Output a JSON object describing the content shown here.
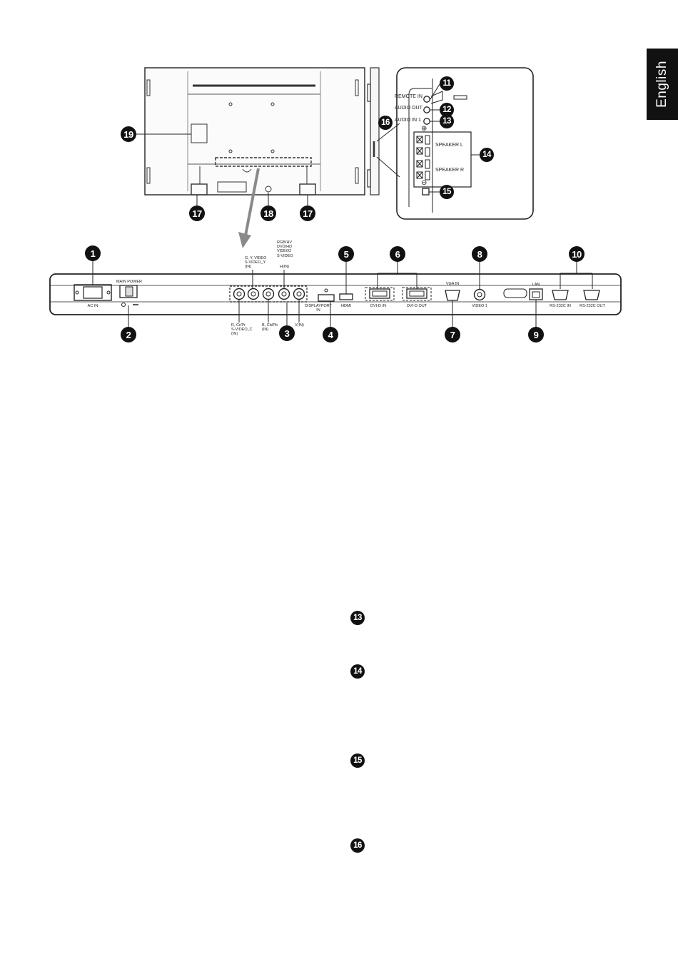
{
  "language_tab": "English",
  "callouts": {
    "c1": "1",
    "c2": "2",
    "c3": "3",
    "c4": "4",
    "c5": "5",
    "c6": "6",
    "c7": "7",
    "c8": "8",
    "c9": "9",
    "c10": "10",
    "c11": "11",
    "c12": "12",
    "c13": "13",
    "c14": "14",
    "c15": "15",
    "c16": "16",
    "c17a": "17",
    "c17b": "17",
    "c18": "18",
    "c19": "19"
  },
  "detail_labels": {
    "remote_in": "REMOTE IN",
    "audio_out": "AUDIO OUT",
    "audio_in1": "AUDIO IN 1",
    "speaker_l": "SPEAKER L",
    "speaker_r": "SPEAKER R",
    "plus": "⊕",
    "minus": "⊖"
  },
  "panel_labels": {
    "ac_in": "AC IN",
    "main_power": "MAIN POWER",
    "rgb_group": "RGB/HV\nDVD/HD\nVIDEO2\nS-VIDEO",
    "g_y_video": "G, Y, VIDEO\nS-VIDEO_Y\n(IN)",
    "h_in": "H(IN)",
    "r_cr_pr": "R, Cr/Pr\nS-VIDEO_C\n(IN)",
    "b_cb_pb": "B, Cb/Pb\n(IN)",
    "v_in": "V(IN)",
    "displayport_in": "DISPLAYPORT\nIN",
    "hdmi": "HDMI",
    "dvi_d_in": "DVI-D IN",
    "dvi_d_out": "DVI-D OUT",
    "vga_in": "VGA IN",
    "video1": "VIDEO 1",
    "lan": "LAN",
    "rs232c_in": "RS-232C IN",
    "rs232c_out": "RS-232C OUT"
  },
  "body_callouts": {
    "b13": "13",
    "b14": "14",
    "b15": "15",
    "b16": "16"
  }
}
